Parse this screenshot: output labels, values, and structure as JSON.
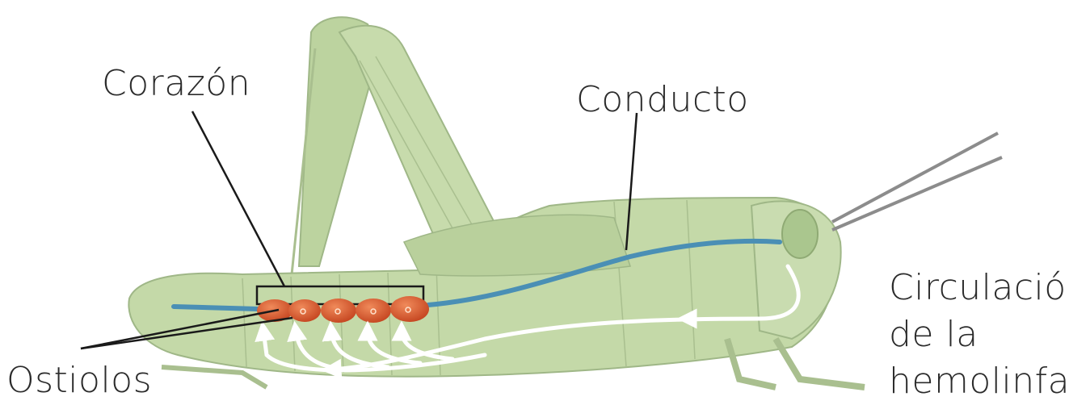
{
  "labels": {
    "heart": "Corazón",
    "duct": "Conducto",
    "ostioles": "Ostiolos",
    "circulation_line1": "Circulación",
    "circulation_line2": "de la",
    "circulation_line3": "hemolinfa"
  },
  "colors": {
    "body_fill": "#c4d9a8",
    "body_stroke": "#9fb787",
    "vessel": "#4a8fb5",
    "heart_chamber": "#d9542b",
    "flow_arrow": "#ffffff",
    "leader_line": "#1a1a1a"
  }
}
